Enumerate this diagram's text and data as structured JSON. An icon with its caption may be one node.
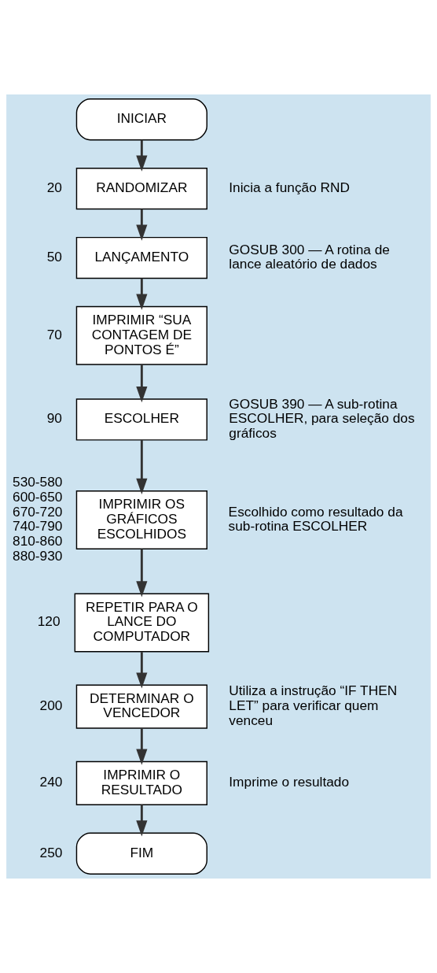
{
  "diagram": {
    "nodes": [
      {
        "text": [
          "INICIAR"
        ]
      },
      {
        "text": [
          "RANDOMIZAR"
        ],
        "beside": [
          "20",
          "Inicia a função RND"
        ]
      },
      {
        "text": [
          "LANÇAMENTO"
        ],
        "beside": [
          "50",
          "GOSUB 300 — A rotina de lance aleatório de dados"
        ]
      },
      {
        "text": [
          "IMPRIMIR “SUA CONTAGEM DE PONTOS É”"
        ],
        "beside": [
          "70"
        ]
      },
      {
        "text": [
          "ESCOLHER"
        ],
        "beside": [
          "90",
          "GOSUB 390 — A sub-rotina ESCOLHER, para seleção dos gráficos"
        ]
      },
      {
        "text": [
          "IMPRIMIR OS GRÁFICOS ESCOLHIDOS"
        ],
        "beside": [
          "530-580 600-650 670-720 740-790 810-860 880-930",
          "Escolhido como resultado da sub-rotina ESCOLHER"
        ]
      },
      {
        "text": [
          "REPETIR PARA O LANCE DO COMPUTADOR"
        ],
        "beside": [
          "120"
        ]
      },
      {
        "text": [
          "DETERMINAR O VENCEDOR"
        ],
        "beside": [
          "200",
          "Utiliza a instrução “IF THEN LET” para verificar quem venceu"
        ]
      },
      {
        "text": [
          "IMPRIMIR O RESULTADO"
        ],
        "beside": [
          "240",
          "Imprime o resultado"
        ]
      },
      {
        "text": [
          "FIM"
        ],
        "beside": [
          "250"
        ]
      }
    ],
    "edges": [
      {
        "from": 0,
        "to": 1,
        "arrow": "to"
      },
      {
        "from": 1,
        "to": 2,
        "arrow": "to"
      },
      {
        "from": 2,
        "to": 3,
        "arrow": "to"
      },
      {
        "from": 3,
        "to": 4,
        "arrow": "to"
      },
      {
        "from": 4,
        "to": 5,
        "arrow": "to"
      },
      {
        "from": 5,
        "to": 6,
        "arrow": "to"
      },
      {
        "from": 6,
        "to": 7,
        "arrow": "to"
      },
      {
        "from": 7,
        "to": 8,
        "arrow": "to"
      },
      {
        "from": 8,
        "to": 9,
        "arrow": "to"
      }
    ]
  }
}
